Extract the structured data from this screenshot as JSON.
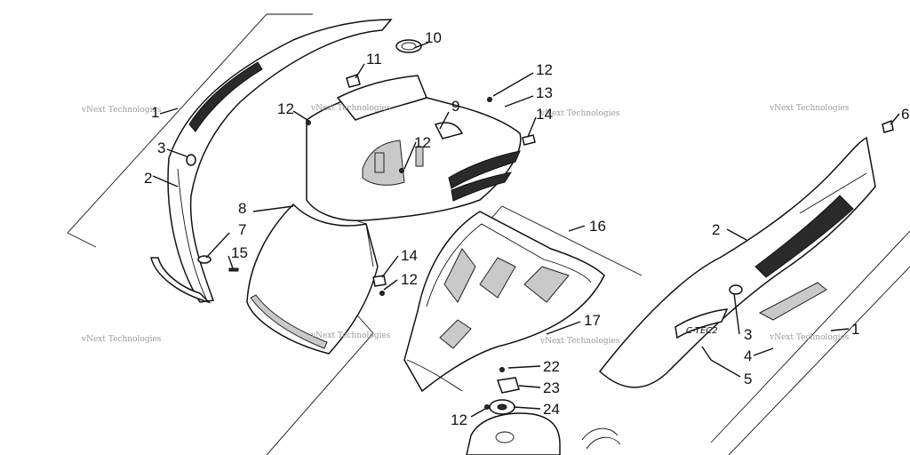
{
  "callouts": {
    "c1a": "1",
    "c1b": "1",
    "c2a": "2",
    "c2b": "2",
    "c3a": "3",
    "c3b": "3",
    "c4": "4",
    "c5": "5",
    "c6": "6",
    "c7": "7",
    "c8": "8",
    "c9": "9",
    "c10": "10",
    "c11": "11",
    "c12a": "12",
    "c12b": "12",
    "c12c": "12",
    "c12d": "12",
    "c12e": "12",
    "c13": "13",
    "c14a": "14",
    "c14b": "14",
    "c15": "15",
    "c16": "16",
    "c17": "17",
    "c22": "22",
    "c23": "23",
    "c24": "24"
  },
  "watermark": "vNext Technologies",
  "decal_text": "C-TEC2"
}
